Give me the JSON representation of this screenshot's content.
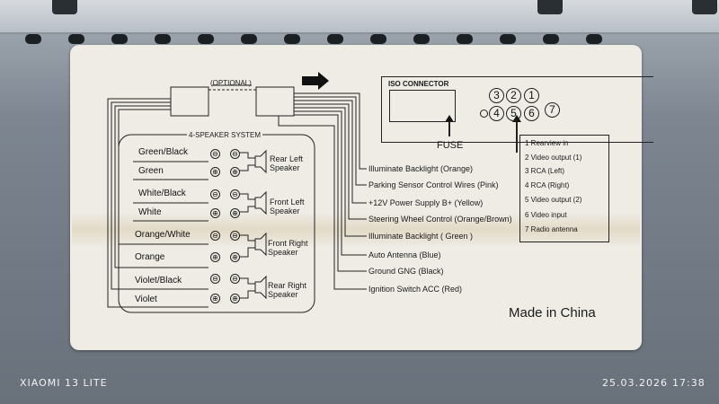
{
  "label": {
    "optional": "(OPTIONAL)",
    "system_title": "4-SPEAKER SYSTEM",
    "iso_title": "ISO CONNECTOR",
    "fuse": "FUSE",
    "made_in": "Made in China"
  },
  "speakers": [
    {
      "name": "Rear Left Speaker",
      "line1": "Rear Left",
      "line2": "Speaker",
      "neg_wire": "Green/Black",
      "pos_wire": "Green"
    },
    {
      "name": "Front Left Speaker",
      "line1": "Front Left",
      "line2": "Speaker",
      "neg_wire": "White/Black",
      "pos_wire": "White"
    },
    {
      "name": "Front Right Speaker",
      "line1": "Front Right",
      "line2": "Speaker",
      "neg_wire": "Orange/White",
      "pos_wire": "Orange"
    },
    {
      "name": "Rear Right Speaker",
      "line1": "Rear Right",
      "line2": "Speaker",
      "neg_wire": "Violet/Black",
      "pos_wire": "Violet"
    }
  ],
  "polarity": {
    "neg": "⊖",
    "pos": "⊕"
  },
  "power_wires": [
    {
      "text": "Illuminate Backlight (Orange)"
    },
    {
      "text": "Parking Sensor Control Wires (Pink)"
    },
    {
      "text": "+12V Power Supply B+ (Yellow)"
    },
    {
      "text": "Steering Wheel Control (Orange/Brown)"
    },
    {
      "text": "Illuminate Backlight ( Green )"
    },
    {
      "text": "Auto Antenna (Blue)"
    },
    {
      "text": "Ground GNG (Black)"
    },
    {
      "text": "Ignition Switch ACC (Red)"
    }
  ],
  "iso_pins_top": [
    "3",
    "2",
    "1"
  ],
  "iso_pins_bottom": [
    "4",
    "5",
    "6",
    "7"
  ],
  "iso_legend": [
    "1  Rearview in",
    "2  Video output (1)",
    "3  RCA (Left)",
    "4  RCA (Right)",
    "5  Video output (2)",
    "6  Video input",
    "7  Radio antenna"
  ],
  "watermark": {
    "device": "XIAOMI 13 LITE",
    "date": "25.03.2026",
    "time": "17:38"
  }
}
